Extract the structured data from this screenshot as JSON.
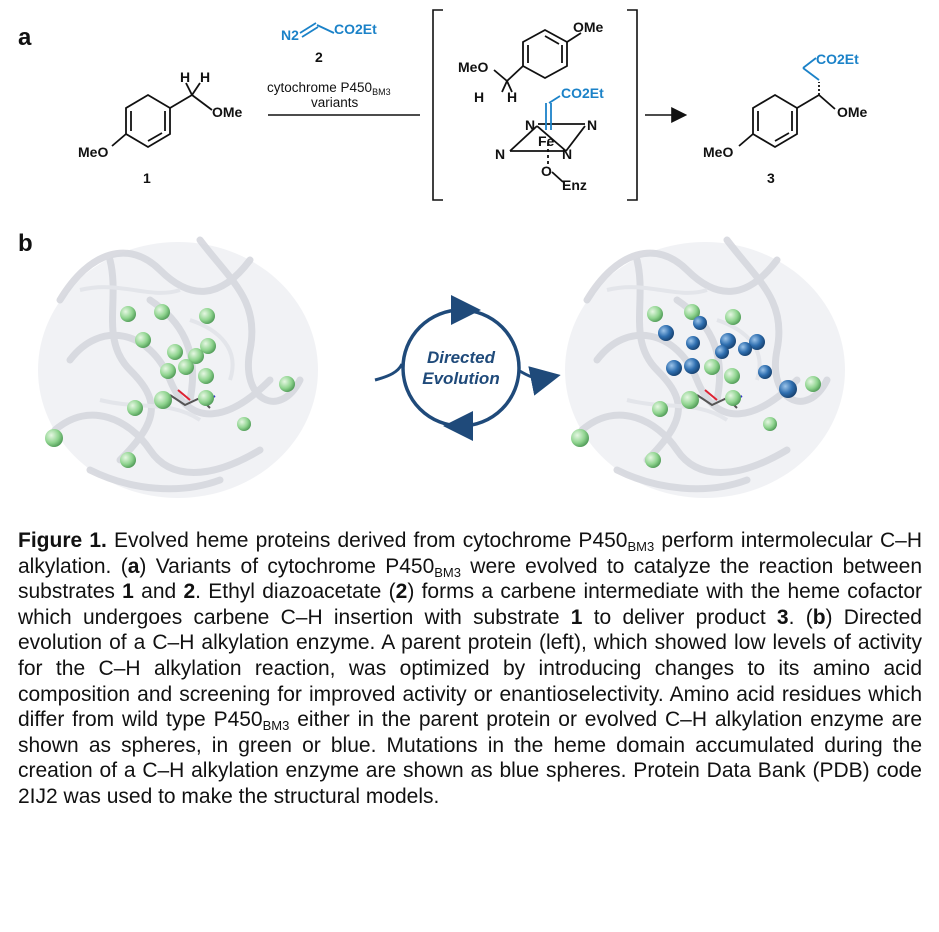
{
  "panel_a": {
    "label": "a",
    "reagent_label": "CO2Et",
    "reagent_n2": "N2",
    "reagent_number": "2",
    "conditions_line1": "cytochrome P450",
    "conditions_sub": "BM3",
    "conditions_line2": "variants",
    "substrate_number": "1",
    "product_number": "3",
    "substrate_h1": "H",
    "substrate_h2": "H",
    "substrate_ome": "OMe",
    "substrate_meo": "MeO",
    "int_ome": "OMe",
    "int_meo": "MeO",
    "int_h1": "H",
    "int_h2": "H",
    "int_co2et": "CO2Et",
    "int_n1": "N",
    "int_n2": "N",
    "int_n3": "N",
    "int_n4": "N",
    "int_fe": "Fe",
    "int_o": "O",
    "int_enz": "Enz",
    "prod_co2et": "CO2Et",
    "prod_ome": "OMe",
    "prod_meo": "MeO"
  },
  "panel_b": {
    "label": "b",
    "cycle_line1": "Directed",
    "cycle_line2": "Evolution",
    "colors": {
      "green": "#8fd48f",
      "blue": "#2f6fb0",
      "cycle": "#1f4a7a"
    }
  },
  "caption": {
    "title": "Figure 1.",
    "s1": " Evolved heme proteins derived from cytochrome P450",
    "sub1": "BM3",
    "s2": " perform intermolecular C–H alkylation. (",
    "a": "a",
    "s3": ") Variants of cytochrome P450",
    "sub2": "BM3",
    "s4": " were evolved to catalyze the reaction between substrates ",
    "n1": "1",
    "s5": " and ",
    "n2": "2",
    "s6": ". Ethyl diazoacetate (",
    "n3": "2",
    "s7": ") forms a carbene intermediate with the heme cofactor which undergoes carbene C–H insertion with substrate ",
    "n4": "1",
    "s8": " to deliver product ",
    "n5": "3",
    "s9": ". (",
    "b": "b",
    "s10": ") Directed evolution of a C–H alkylation enzyme. A parent protein (left), which showed low levels of activity for the C–H alkylation reaction, was optimized by introducing changes to its amino acid composition and screening for improved activity or enantioselectivity.  Amino acid residues which differ from wild type P450",
    "sub3": "BM3",
    "s11": " either in the parent protein or evolved C–H alkylation enzyme are shown as spheres, in green or blue. Mutations in the heme domain accumulated during the creation of a C–H alkylation enzyme are shown as blue spheres. Protein Data Bank (PDB) code 2IJ2 was used to make the structural models."
  }
}
